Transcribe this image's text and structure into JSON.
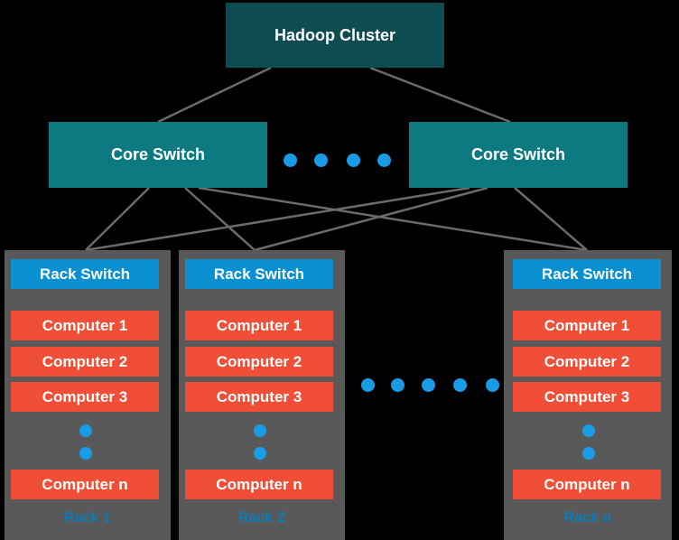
{
  "cluster": {
    "label": "Hadoop Cluster"
  },
  "core_switches": [
    {
      "label": "Core Switch"
    },
    {
      "label": "Core Switch"
    }
  ],
  "racks": [
    {
      "switch_label": "Rack Switch",
      "computers": [
        "Computer 1",
        "Computer 2",
        "Computer 3",
        "Computer n"
      ],
      "label": "Rack 1"
    },
    {
      "switch_label": "Rack Switch",
      "computers": [
        "Computer 1",
        "Computer 2",
        "Computer 3",
        "Computer n"
      ],
      "label": "Rack 2"
    },
    {
      "switch_label": "Rack Switch",
      "computers": [
        "Computer 1",
        "Computer 2",
        "Computer 3",
        "Computer n"
      ],
      "label": "Rack n"
    }
  ],
  "colors": {
    "cluster": "#0e4c52",
    "core_switch": "#0c7a80",
    "rack": "#595959",
    "rack_switch": "#0a90d0",
    "computer": "#f04e36",
    "dots": "#1a9be6"
  }
}
